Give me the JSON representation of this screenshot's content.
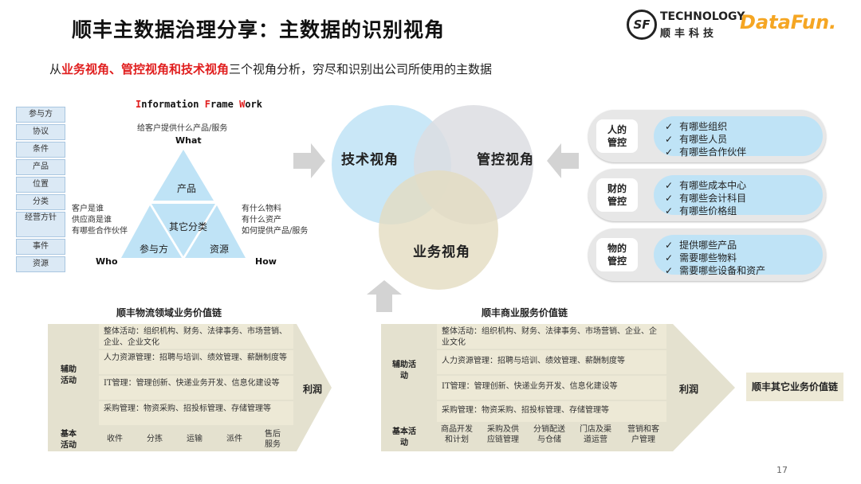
{
  "header": {
    "title": "顺丰主数据治理分享：主数据的识别视角",
    "subtitle_prefix": "从",
    "subtitle_highlight": "业务视角、管控视角和技术视角",
    "subtitle_suffix": "三个视角分析，穷尽和识别出公司所使用的主数据",
    "sf_logo_mark": "SF",
    "sf_logo_line1": "TECHNOLOGY",
    "sf_logo_line2": "顺丰科技",
    "datafun_logo": "DataFun."
  },
  "left_list": [
    "参与方",
    "协议",
    "条件",
    "产品",
    "位置",
    "分类",
    "经营方针",
    "事件",
    "资源"
  ],
  "framework": {
    "title_parts": [
      "I",
      "nformation ",
      "F",
      "rame ",
      "W",
      "ork"
    ],
    "what_desc": "给客户提供什么产品/服务",
    "what": "What",
    "who": "Who",
    "how": "How",
    "who_desc": [
      "客户是谁",
      "供应商是谁",
      "有哪些合作伙伴"
    ],
    "how_desc": [
      "有什么物料",
      "有什么资产",
      "如何提供产品/服务"
    ],
    "tri_top": "产品",
    "tri_mid": "其它分类",
    "tri_left": "参与方",
    "tri_right": "资源"
  },
  "venn": {
    "tech": "技术视角",
    "control": "管控视角",
    "business": "业务视角"
  },
  "capsules": [
    {
      "label": "人的\n管控",
      "label1": "人的",
      "label2": "管控",
      "items": [
        "有哪些组织",
        "有哪些人员",
        "有哪些合作伙伴"
      ]
    },
    {
      "label": "财的\n管控",
      "label1": "财的",
      "label2": "管控",
      "items": [
        "有哪些成本中心",
        "有哪些会计科目",
        "有哪些价格组"
      ]
    },
    {
      "label": "物的\n管控",
      "label1": "物的",
      "label2": "管控",
      "items": [
        "提供哪些产品",
        "需要哪些物料",
        "需要哪些设备和资产"
      ]
    }
  ],
  "check_mark": "✓",
  "chain_left": {
    "title": "顺丰物流领域业务价值链",
    "aux_label": "辅助\n活动",
    "aux_label1": "辅助",
    "aux_label2": "活动",
    "basic_label1": "基本",
    "basic_label2": "活动",
    "aux_rows": [
      "整体活动：组织机构、财务、法律事务、市场营销、企业、企业文化",
      "人力资源管理：招聘与培训、绩效管理、薪酬制度等",
      "IT管理：管理创新、快递业务开发、信息化建设等",
      "采购管理：物资采购、招投标管理、存储管理等"
    ],
    "basic": [
      "收件",
      "分拣",
      "运输",
      "派件",
      "售后服务"
    ],
    "profit": "利润"
  },
  "chain_right": {
    "title": "顺丰商业服务价值链",
    "aux_label1": "辅助活",
    "aux_label2": "动",
    "basic_label1": "基本活",
    "basic_label2": "动",
    "aux_rows": [
      "整体活动：组织机构、财务、法律事务、市场营销、企业、企业文化",
      "人力资源管理：招聘与培训、绩效管理、薪酬制度等",
      "IT管理：管理创新、快递业务开发、信息化建设等",
      "采购管理：物资采购、招投标管理、存储管理等"
    ],
    "basic": [
      "商品开发和计划",
      "采购及供应链管理",
      "分销配送与仓储",
      "门店及渠道运营",
      "营销和客户管理"
    ],
    "profit": "利润"
  },
  "other_chain": "顺丰其它业务价值链",
  "page_number": "17",
  "colors": {
    "accent_red": "#e01e1e",
    "venn_blue": "#bfe3f6",
    "venn_grey": "#dcdde2",
    "venn_tan": "#e4dcc0",
    "arrow_grey": "#d3d3d3",
    "chain_tan": "#e4e1cf"
  }
}
